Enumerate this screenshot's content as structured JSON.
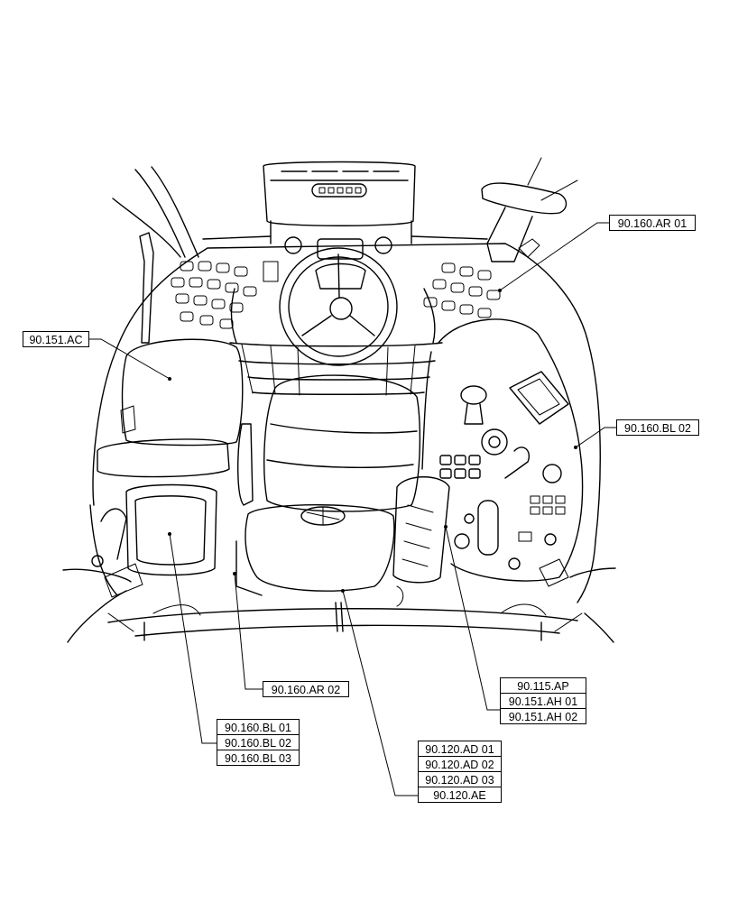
{
  "callouts": {
    "ar01": "90.160.AR 01",
    "ac": "90.151.AC",
    "bl02_right": "90.160.BL 02",
    "ar02": "90.160.AR 02",
    "group_right": [
      "90.115.AP",
      "90.151.AH 01",
      "90.151.AH 02"
    ],
    "group_left": [
      "90.160.BL 01",
      "90.160.BL 02",
      "90.160.BL 03"
    ],
    "group_bottom": [
      "90.120.AD 01",
      "90.120.AD 02",
      "90.120.AD 03",
      "90.120.AE"
    ]
  }
}
